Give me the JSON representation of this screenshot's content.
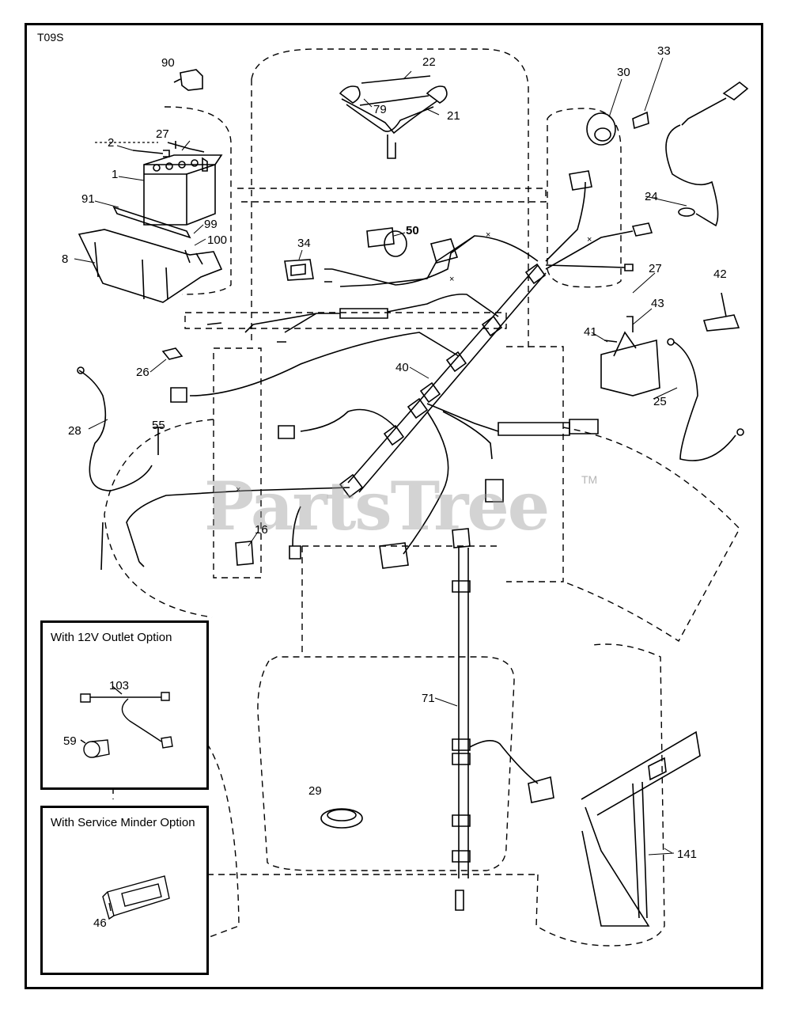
{
  "diagram_code": "T09S",
  "watermark": {
    "text": "PartsTree",
    "tm": "TM"
  },
  "callouts": {
    "c1": "1",
    "c2": "2",
    "c8": "8",
    "c16": "16",
    "c21": "21",
    "c22": "22",
    "c24": "24",
    "c25": "25",
    "c26": "26",
    "c27a": "27",
    "c27b": "27",
    "c28": "28",
    "c29": "29",
    "c30": "30",
    "c33": "33",
    "c34": "34",
    "c40": "40",
    "c41": "41",
    "c42": "42",
    "c43": "43",
    "c46": "46",
    "c50": "50",
    "c55": "55",
    "c59": "59",
    "c71": "71",
    "c79": "79",
    "c90": "90",
    "c91": "91",
    "c99": "99",
    "c100": "100",
    "c103": "103",
    "c141": "141"
  },
  "option_boxes": {
    "outlet": {
      "title": "With 12V Outlet Option"
    },
    "service_minder": {
      "title": "With Service Minder Option"
    }
  }
}
